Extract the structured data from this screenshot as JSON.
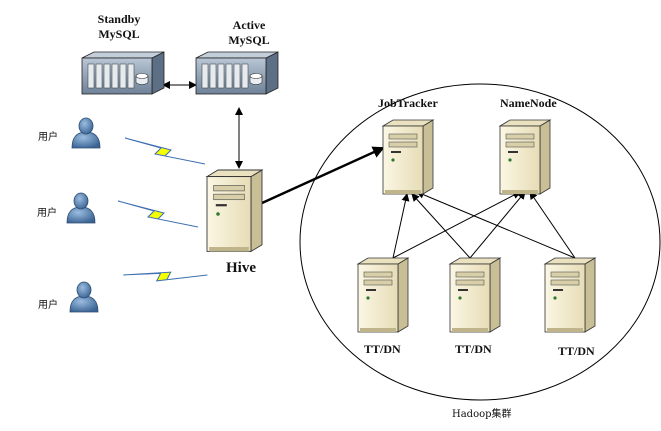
{
  "labels": {
    "standby_line1": "Standby",
    "standby_line2": "MySQL",
    "active_line1": "Active",
    "active_line2": "MySQL",
    "hive": "Hive",
    "jobtracker": "JobTracker",
    "namenode": "NameNode",
    "ttdn1": "TT/DN",
    "ttdn2": "TT/DN",
    "ttdn3": "TT/DN",
    "user1": "用户",
    "user2": "用户",
    "user3": "用户",
    "cluster": "Hadoop集群"
  },
  "colors": {
    "server_body": "#f2ecd2",
    "server_side": "#c9bf96",
    "rack_body": "#8fa3b8",
    "user_body": "#4f77a3",
    "lightning": "#f6ff00",
    "lightning_edge": "#3e6fb0",
    "line": "#000000"
  },
  "icons": {
    "server": "tower-server-icon",
    "rack": "rack-server-icon",
    "user": "user-person-icon",
    "link": "lightning-bolt-icon"
  }
}
